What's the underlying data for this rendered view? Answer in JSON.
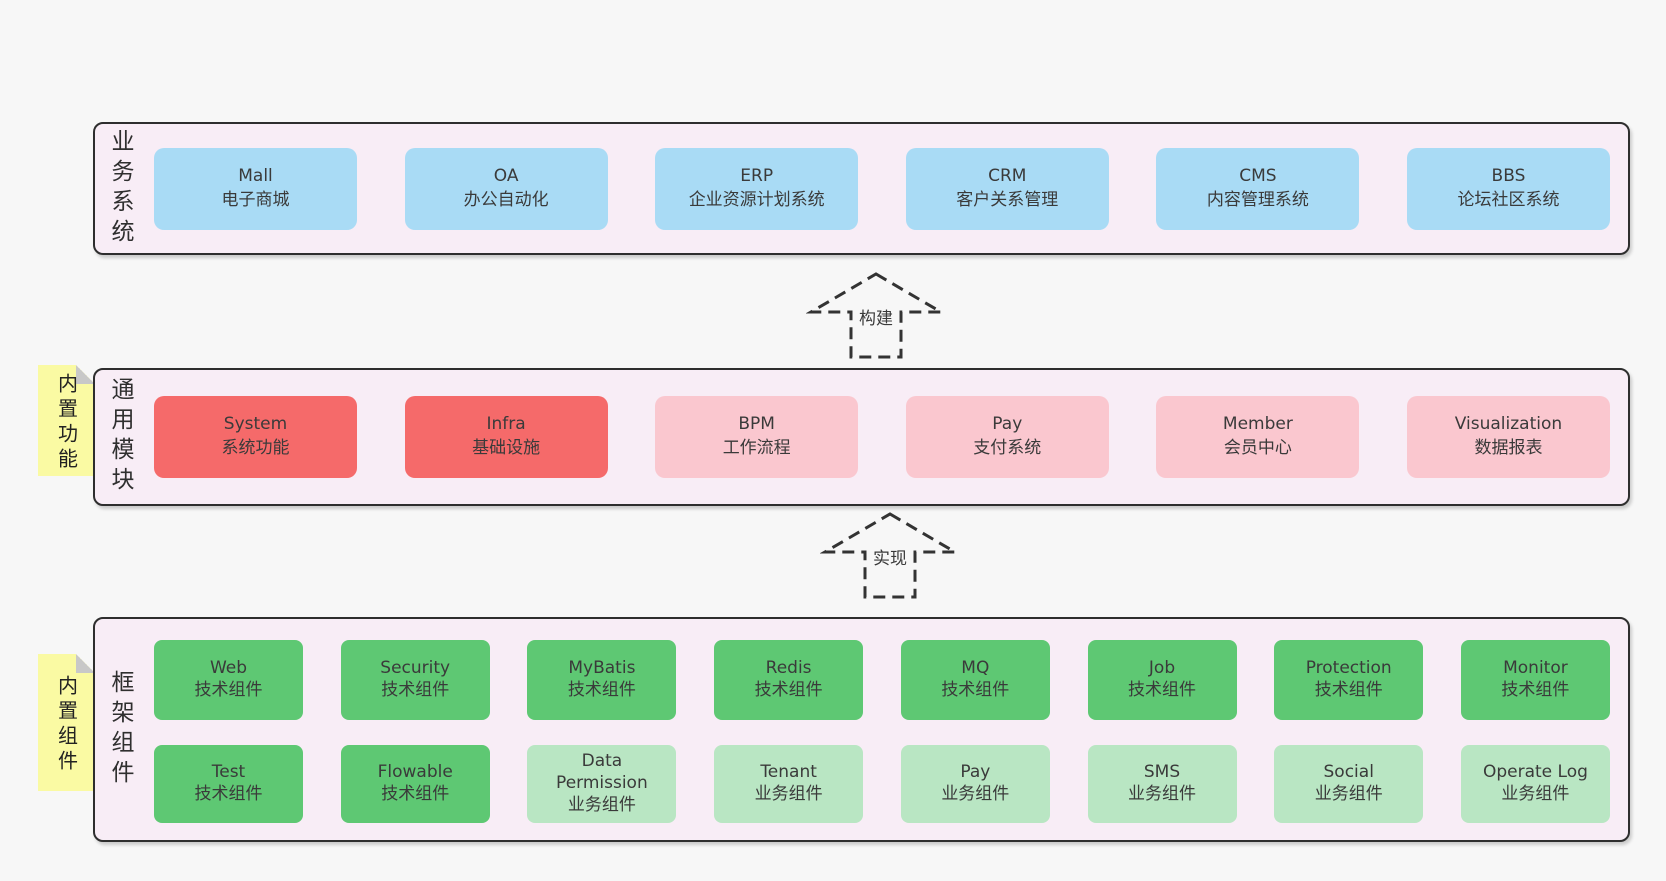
{
  "colors": {
    "page_bg": "#f7f7f7",
    "band_bg": "#f8edf6",
    "band_border": "#2e2e2e",
    "blue": "#a9dbf5",
    "red": "#f56a6a",
    "pink": "#fac7cf",
    "green_dark": "#5ec873",
    "green_light": "#b9e6c3",
    "sticky_yellow": "#fafaa3",
    "sticky_fold": "#c8c8c8",
    "text": "#3a3a3a",
    "arrow": "#333333"
  },
  "arrows": [
    {
      "label": "构建"
    },
    {
      "label": "实现"
    }
  ],
  "bands": {
    "business": {
      "label": "业务系统",
      "boxes": [
        {
          "title": "Mall",
          "subtitle": "电子商城",
          "variant": "blue"
        },
        {
          "title": "OA",
          "subtitle": "办公自动化",
          "variant": "blue"
        },
        {
          "title": "ERP",
          "subtitle": "企业资源计划系统",
          "variant": "blue"
        },
        {
          "title": "CRM",
          "subtitle": "客户关系管理",
          "variant": "blue"
        },
        {
          "title": "CMS",
          "subtitle": "内容管理系统",
          "variant": "blue"
        },
        {
          "title": "BBS",
          "subtitle": "论坛社区系统",
          "variant": "blue"
        }
      ]
    },
    "common": {
      "label": "通用模块",
      "sticky": "内置功能",
      "boxes": [
        {
          "title": "System",
          "subtitle": "系统功能",
          "variant": "red"
        },
        {
          "title": "Infra",
          "subtitle": "基础设施",
          "variant": "red"
        },
        {
          "title": "BPM",
          "subtitle": "工作流程",
          "variant": "pink"
        },
        {
          "title": "Pay",
          "subtitle": "支付系统",
          "variant": "pink"
        },
        {
          "title": "Member",
          "subtitle": "会员中心",
          "variant": "pink"
        },
        {
          "title": "Visualization",
          "subtitle": "数据报表",
          "variant": "pink"
        }
      ]
    },
    "framework": {
      "label": "框架组件",
      "sticky": "内置组件",
      "rows": [
        [
          {
            "title": "Web",
            "subtitle": "技术组件",
            "variant": "green-dark"
          },
          {
            "title": "Security",
            "subtitle": "技术组件",
            "variant": "green-dark"
          },
          {
            "title": "MyBatis",
            "subtitle": "技术组件",
            "variant": "green-dark"
          },
          {
            "title": "Redis",
            "subtitle": "技术组件",
            "variant": "green-dark"
          },
          {
            "title": "MQ",
            "subtitle": "技术组件",
            "variant": "green-dark"
          },
          {
            "title": "Job",
            "subtitle": "技术组件",
            "variant": "green-dark"
          },
          {
            "title": "Protection",
            "subtitle": "技术组件",
            "variant": "green-dark"
          },
          {
            "title": "Monitor",
            "subtitle": "技术组件",
            "variant": "green-dark"
          }
        ],
        [
          {
            "title": "Test",
            "subtitle": "技术组件",
            "variant": "green-dark"
          },
          {
            "title": "Flowable",
            "subtitle": "技术组件",
            "variant": "green-dark"
          },
          {
            "title": "Data Permission",
            "subtitle": "业务组件",
            "variant": "green-light"
          },
          {
            "title": "Tenant",
            "subtitle": "业务组件",
            "variant": "green-light"
          },
          {
            "title": "Pay",
            "subtitle": "业务组件",
            "variant": "green-light"
          },
          {
            "title": "SMS",
            "subtitle": "业务组件",
            "variant": "green-light"
          },
          {
            "title": "Social",
            "subtitle": "业务组件",
            "variant": "green-light"
          },
          {
            "title": "Operate Log",
            "subtitle": "业务组件",
            "variant": "green-light"
          }
        ]
      ]
    }
  }
}
